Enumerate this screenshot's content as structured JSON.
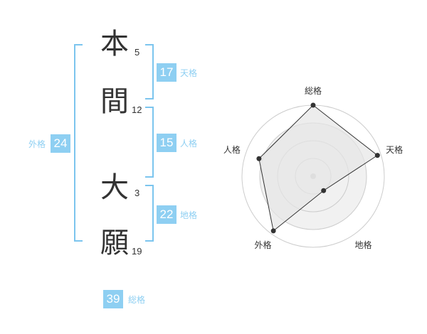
{
  "colors": {
    "accent": "#8ecff2",
    "text": "#333333",
    "bracket": "#7cc5ee",
    "radar_fill": "#e6e6e6",
    "radar_line": "#333333",
    "grid": "#cccccc"
  },
  "name": {
    "characters": [
      {
        "char": "本",
        "strokes": "5"
      },
      {
        "char": "間",
        "strokes": "12"
      },
      {
        "char": "大",
        "strokes": "3"
      },
      {
        "char": "願",
        "strokes": "19"
      }
    ]
  },
  "fortunes": {
    "tenkaku": {
      "value": "17",
      "label": "天格"
    },
    "jinkaku": {
      "value": "15",
      "label": "人格"
    },
    "chikaku": {
      "value": "22",
      "label": "地格"
    },
    "gaikaku": {
      "value": "24",
      "label": "外格"
    },
    "soukaku": {
      "value": "39",
      "label": "総格"
    }
  },
  "chart_data": {
    "type": "radar",
    "axes": [
      "総格",
      "天格",
      "地格",
      "外格",
      "人格"
    ],
    "values": [
      1.0,
      0.95,
      0.25,
      0.95,
      0.8
    ],
    "max": 1.0,
    "rings": 4,
    "grid": true
  }
}
